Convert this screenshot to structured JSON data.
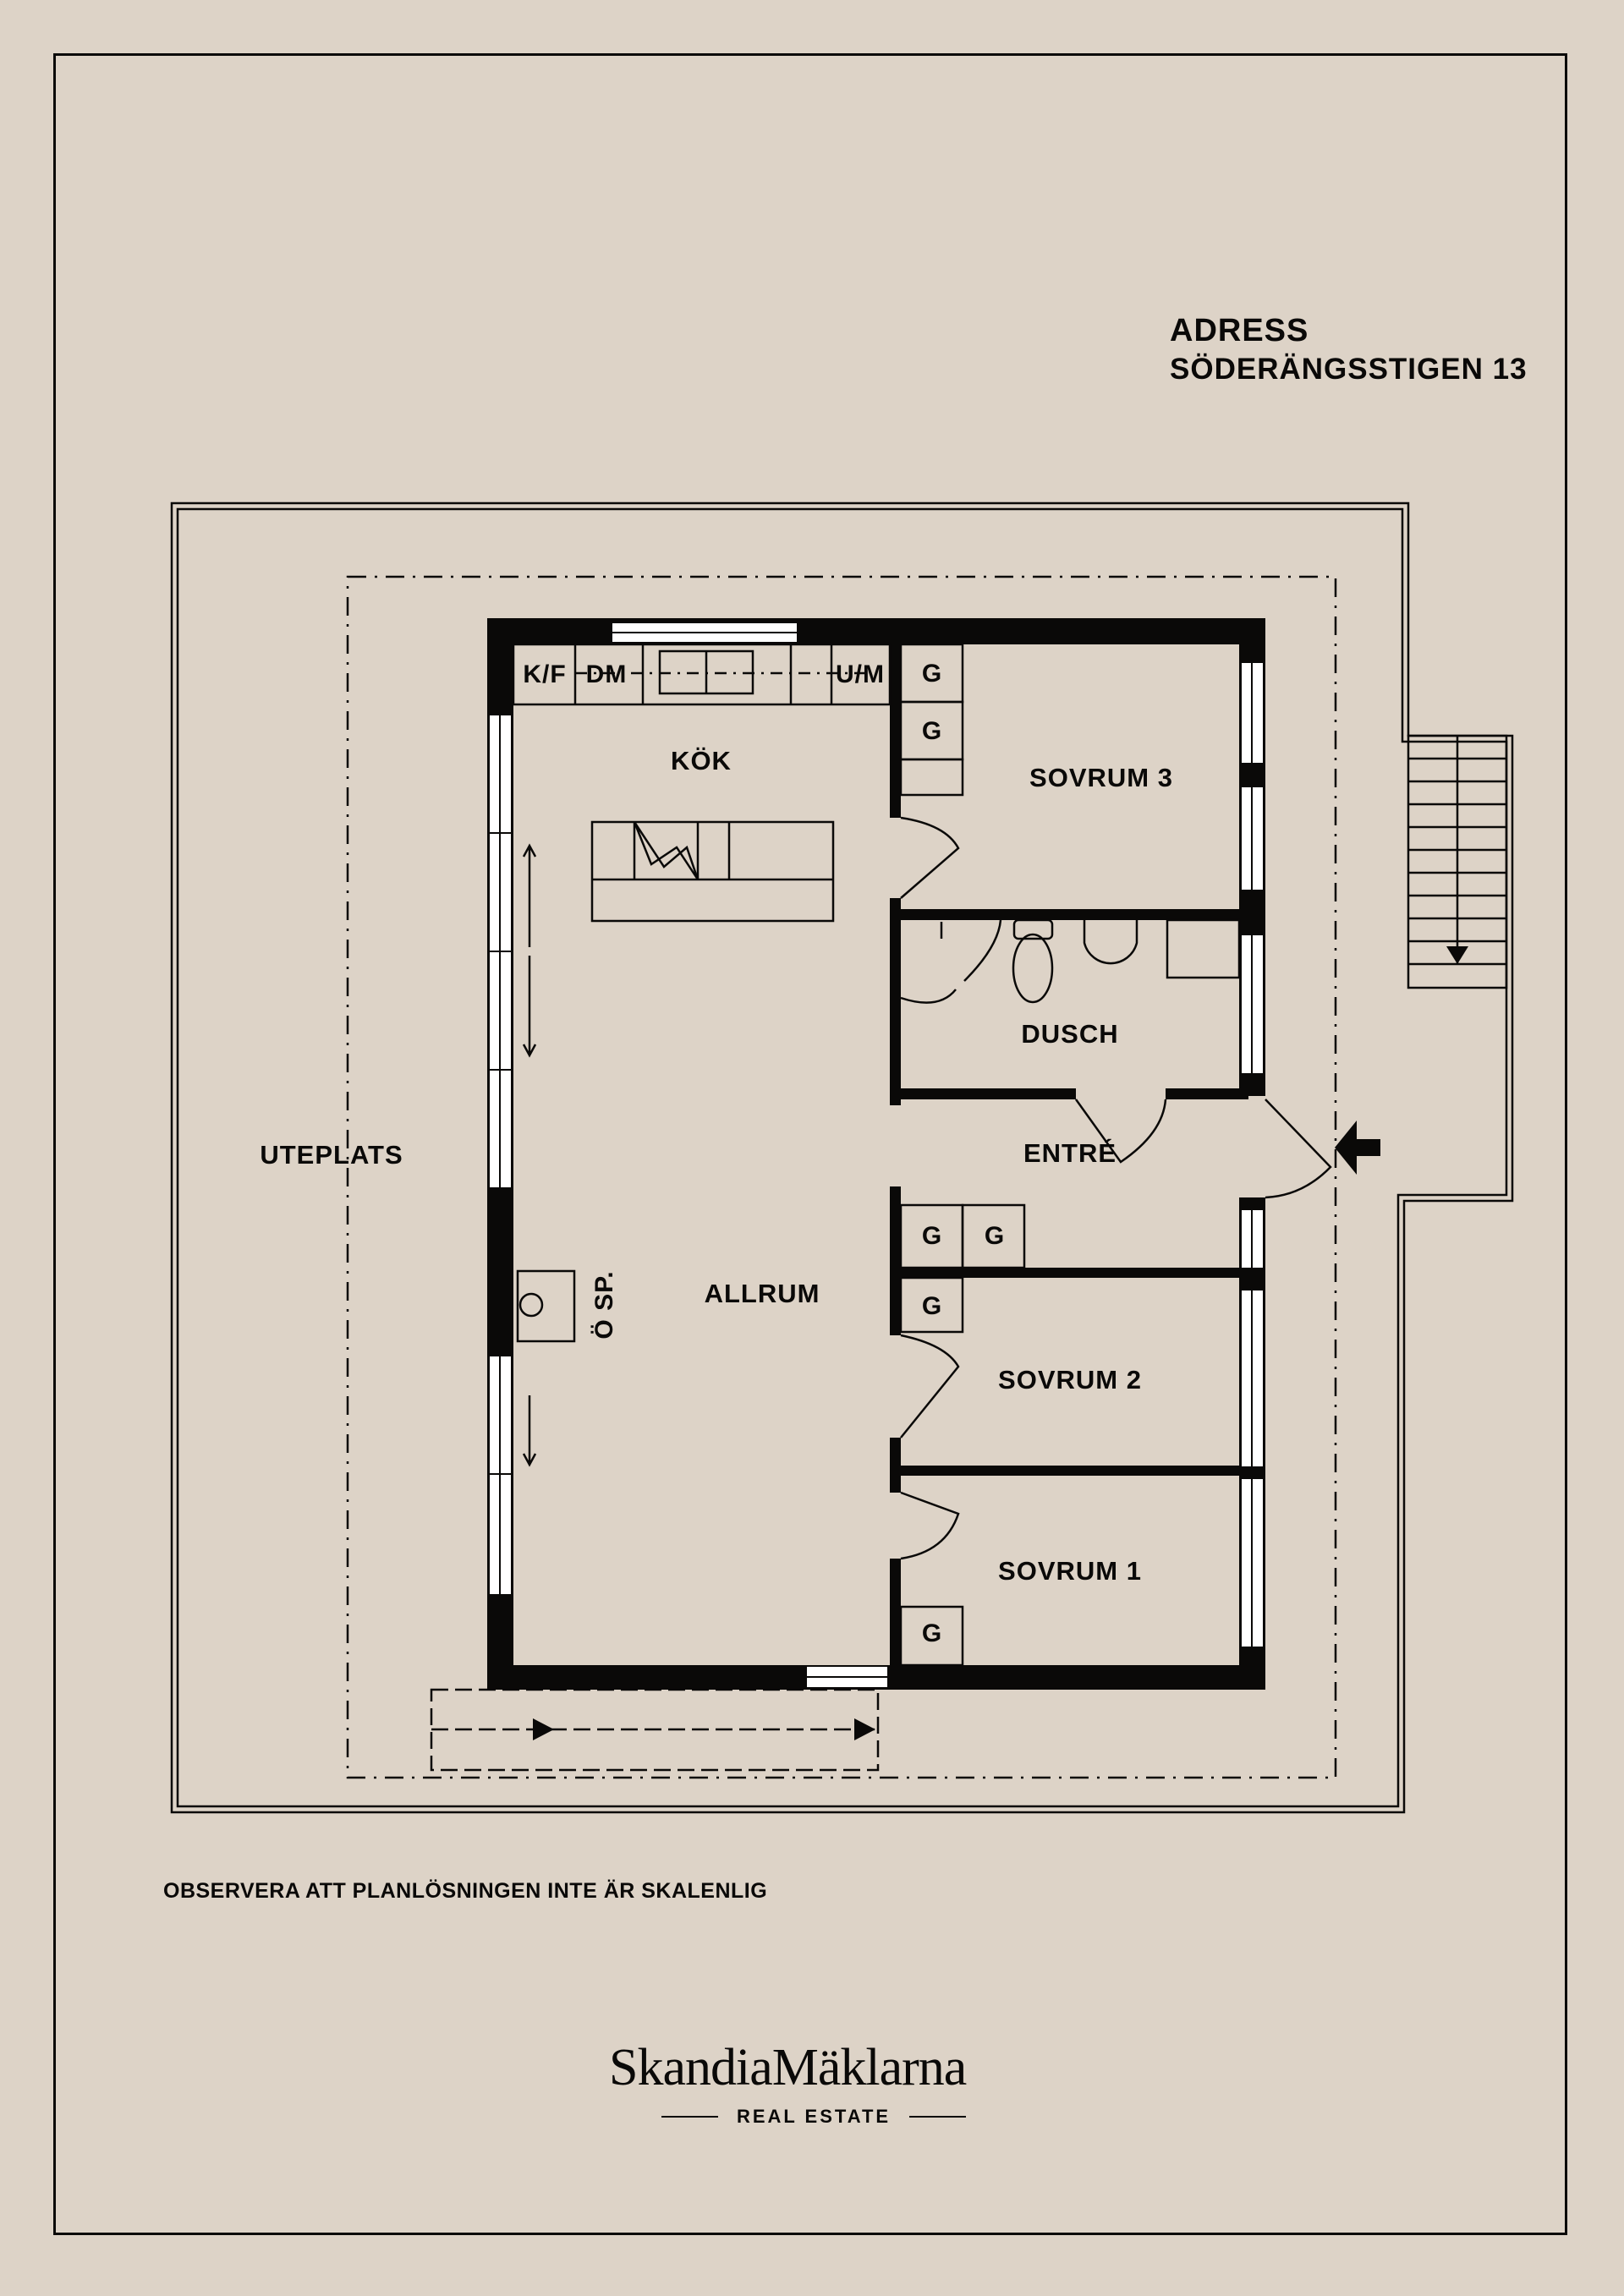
{
  "header": {
    "address_label": "ADRESS",
    "address_value": "SÖDERÄNGSSTIGEN 13"
  },
  "rooms": {
    "kok": "KÖK",
    "sovrum3": "SOVRUM 3",
    "dusch": "DUSCH",
    "entre": "ENTRÉ",
    "allrum": "ALLRUM",
    "sovrum2": "SOVRUM 2",
    "sovrum1": "SOVRUM 1",
    "uteplats": "UTEPLATS"
  },
  "fixtures": {
    "kf": "K/F",
    "dm": "DM",
    "um": "U/M",
    "osp": "Ö SP.",
    "wardrobe": "G"
  },
  "footer": {
    "disclaimer": "OBSERVERA ATT PLANLÖSNINGEN INTE ÄR SKALENLIG",
    "brand": "SkandiaMäklarna",
    "brand_tagline": "REAL ESTATE"
  },
  "colors": {
    "background": "#ddd3c7",
    "ink": "#0a0908",
    "window": "#ffffff"
  }
}
